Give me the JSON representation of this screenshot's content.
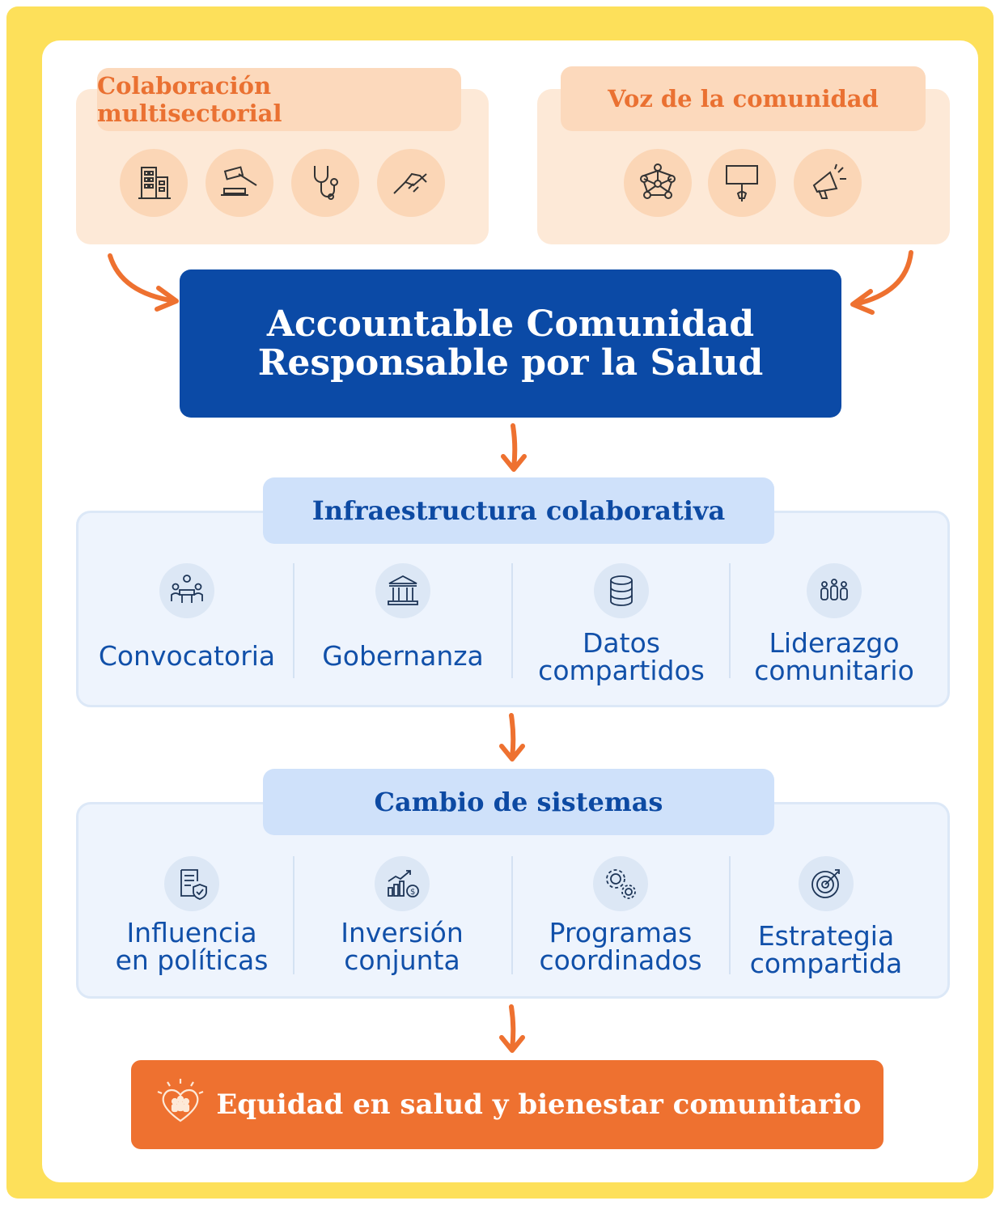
{
  "colors": {
    "frame": "#fde05a",
    "orange": "#ee7130",
    "orange_text": "#ea7132",
    "navy": "#0b4aa6",
    "blue_text": "#1150a9",
    "peach": "#fde9d7",
    "light_blue": "#eef4fd"
  },
  "multisector": {
    "title": "Colaboración multisectorial",
    "icons": [
      "building-icon",
      "gavel-icon",
      "stethoscope-icon",
      "handshake-icon"
    ]
  },
  "community_voice": {
    "title": "Voz de la comunidad",
    "icons": [
      "network-people-icon",
      "protest-sign-icon",
      "megaphone-icon"
    ]
  },
  "main": {
    "line1": "Accountable Comunidad",
    "line2": "Responsable por la Salud"
  },
  "infrastructure": {
    "title": "Infraestructura colaborativa",
    "items": [
      {
        "label": "Convocatoria",
        "icon": "meeting-table-icon"
      },
      {
        "label": "Gobernanza",
        "icon": "government-building-icon"
      },
      {
        "label": "Datos\ncompartidos",
        "icon": "database-icon"
      },
      {
        "label": "Liderazgo\ncomunitario",
        "icon": "people-group-icon"
      }
    ]
  },
  "systems_change": {
    "title": "Cambio de sistemas",
    "items": [
      {
        "label": "Influencia\nen políticas",
        "icon": "policy-document-icon"
      },
      {
        "label": "Inversión\nconjunta",
        "icon": "investment-chart-icon"
      },
      {
        "label": "Programas\ncoordinados",
        "icon": "gears-icon"
      },
      {
        "label": "Estrategia\ncompartida",
        "icon": "target-icon"
      }
    ]
  },
  "outcome": {
    "label": "Equidad en salud y bienestar comunitario",
    "icon": "heart-community-icon"
  }
}
